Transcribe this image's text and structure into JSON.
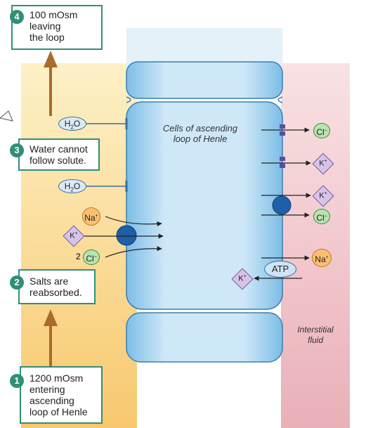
{
  "boxes": {
    "step4": {
      "num": "4",
      "text": "100 mOsm\nleaving\nthe loop"
    },
    "step3": {
      "num": "3",
      "text": "Water cannot\nfollow solute."
    },
    "step2": {
      "num": "2",
      "text": "Salts are\nreabsorbed."
    },
    "step1": {
      "num": "1",
      "text": "1200 mOsm\nentering\nascending\nloop of Henle"
    }
  },
  "labels": {
    "cells": "Cells of ascending\nloop of Henle",
    "interstitial": "Interstitial\nfluid",
    "h2o_top": "H",
    "h2o_top_o": "O",
    "h2o_bot": "H",
    "h2o_bot_o": "O",
    "h2o_sub": "2",
    "na": "Na",
    "k": "K",
    "cl": "Cl",
    "two": "2",
    "atp": "ATP",
    "plus": "+",
    "minus": "–"
  },
  "colors": {
    "lumen": "#fbe3b0",
    "interstitial": "#f6d4d8",
    "cell": "#9ccdee",
    "teal": "#2f8f77",
    "arrow_brown": "#a86b2c"
  }
}
